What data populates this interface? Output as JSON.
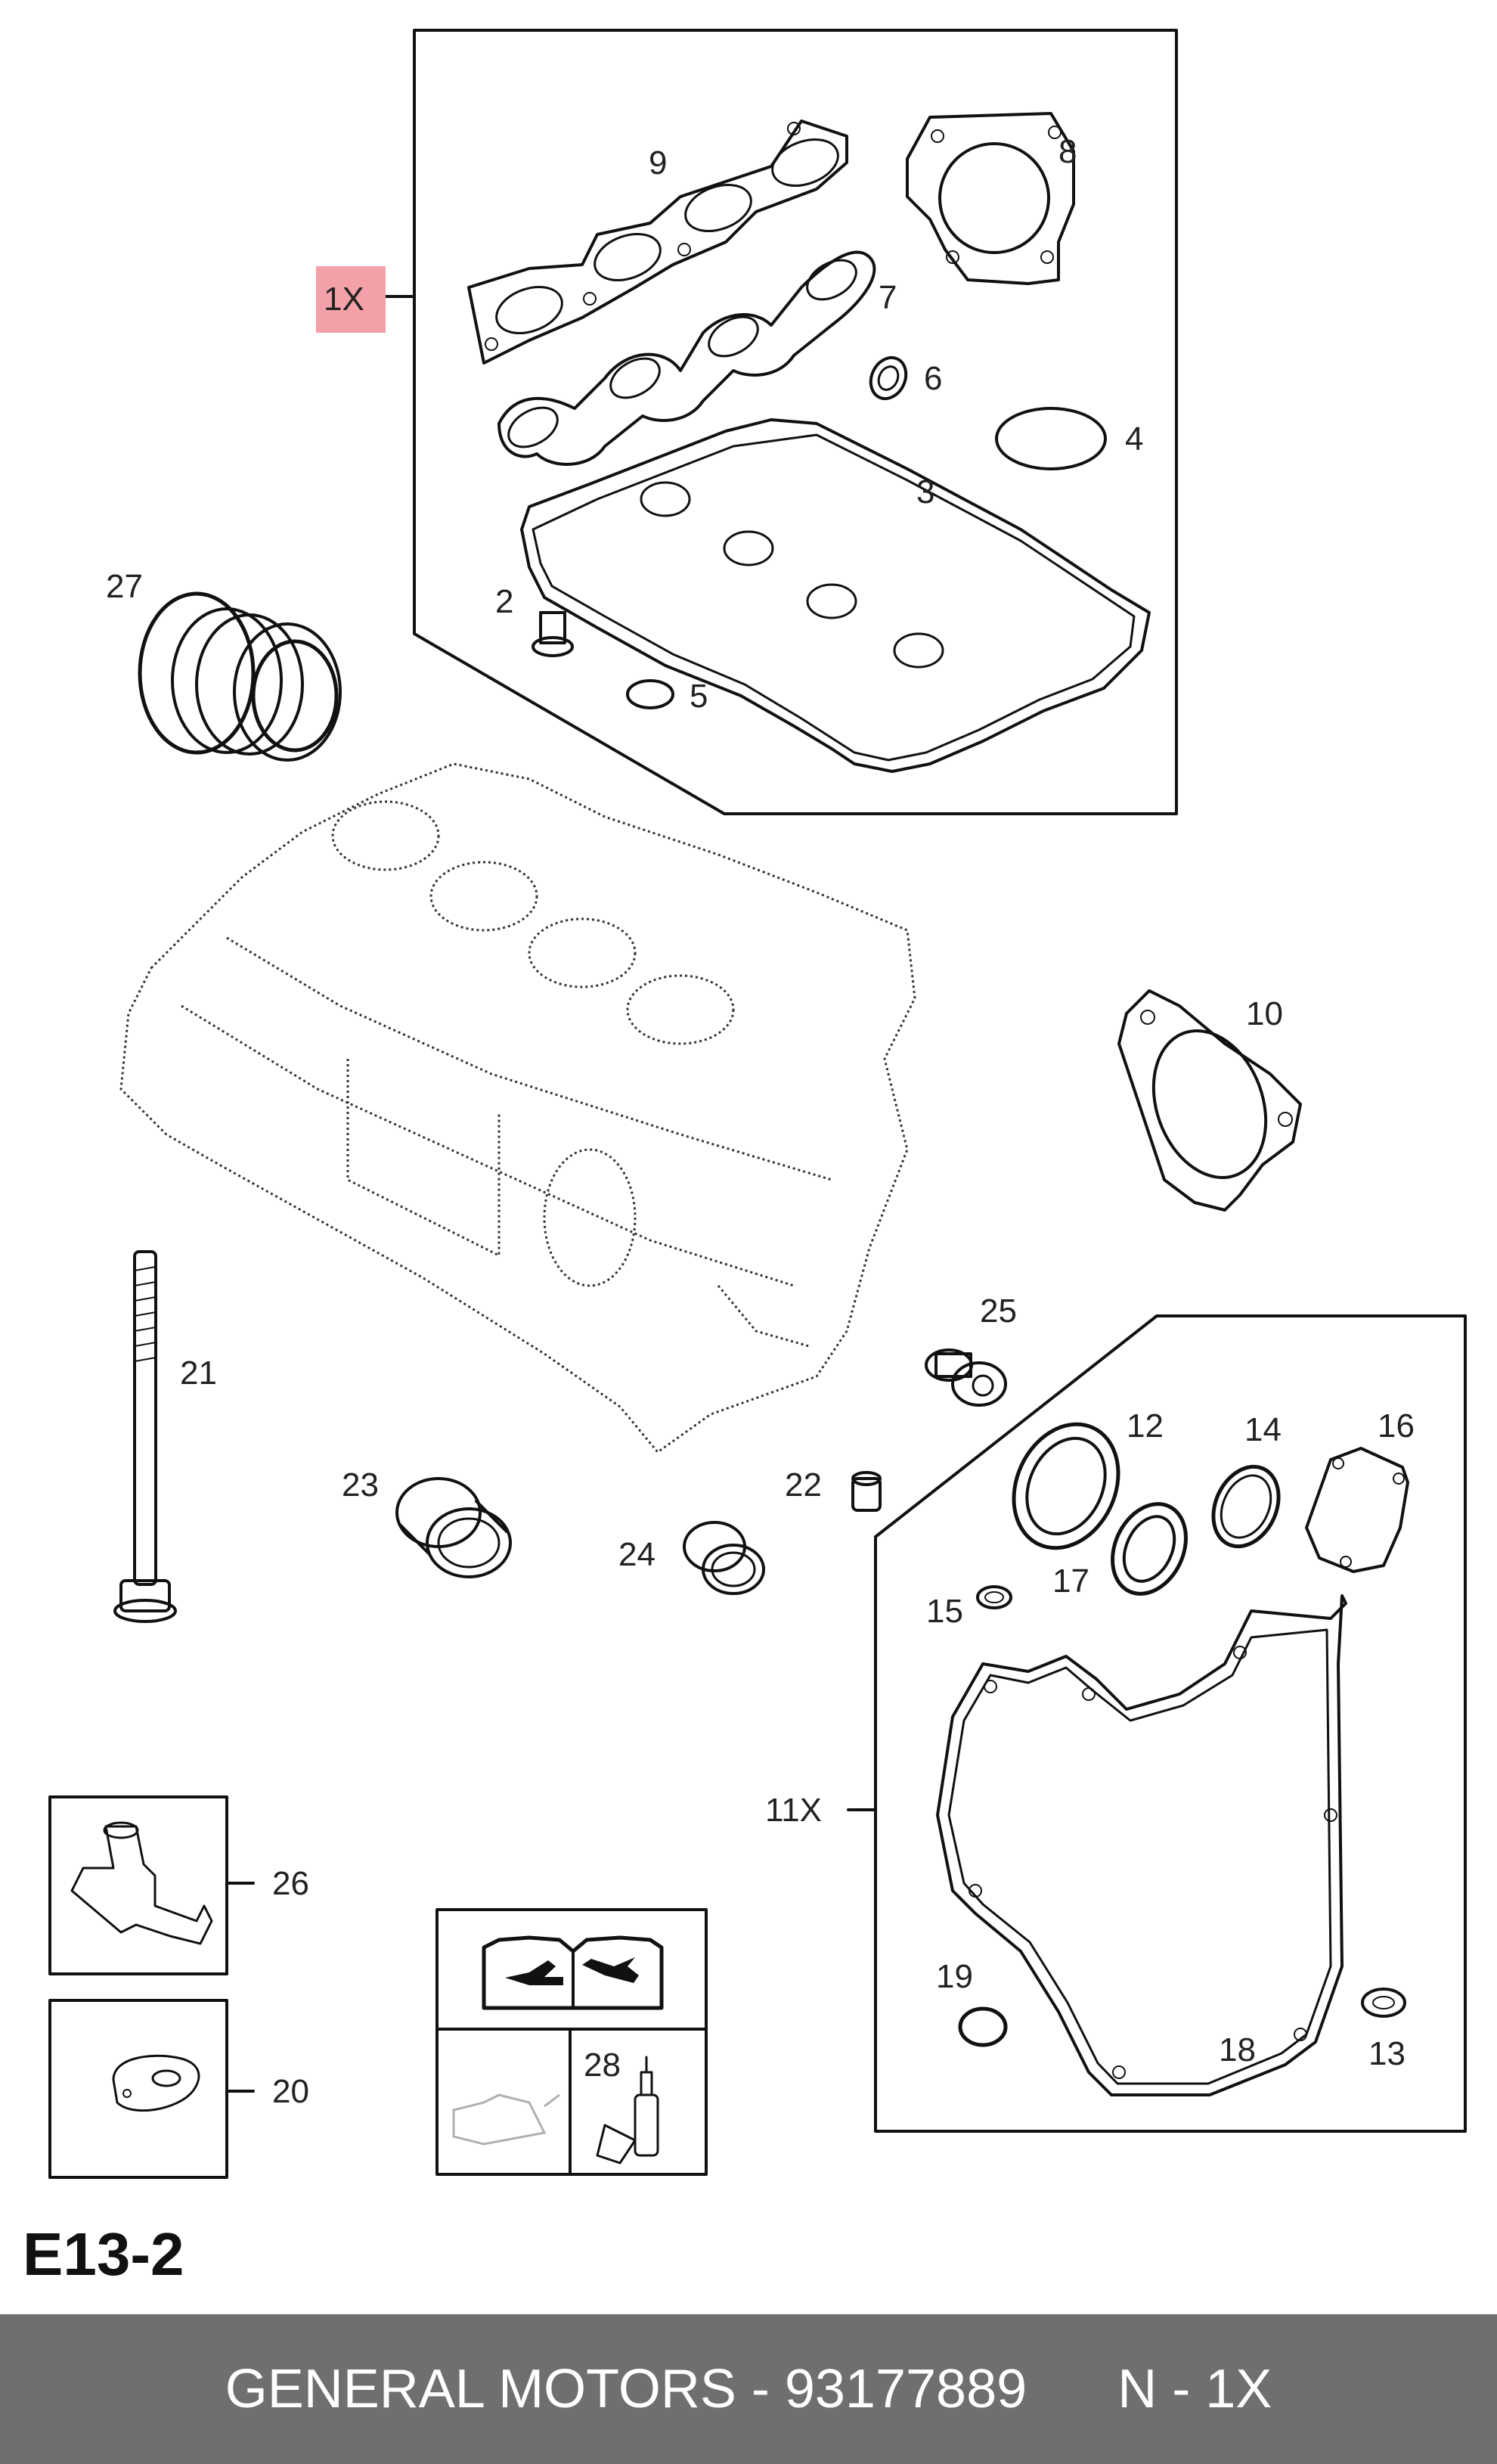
{
  "labels": {
    "p1x": "1X",
    "p2": "2",
    "p3": "3",
    "p4": "4",
    "p5": "5",
    "p6": "6",
    "p7": "7",
    "p8": "8",
    "p9": "9",
    "p10": "10",
    "p11x": "11X",
    "p12": "12",
    "p13": "13",
    "p14": "14",
    "p15": "15",
    "p16": "16",
    "p17": "17",
    "p18": "18",
    "p19": "19",
    "p20": "20",
    "p21": "21",
    "p22": "22",
    "p23": "23",
    "p24": "24",
    "p25": "25",
    "p26": "26",
    "p27": "27",
    "p28": "28"
  },
  "diagram_code": "E13-2",
  "footer": {
    "brand": "GENERAL MOTORS - 93177889",
    "quantity": "N - 1X"
  },
  "colors": {
    "highlight": "#f4a0a8",
    "footer_bg": "#6f6f6f"
  }
}
